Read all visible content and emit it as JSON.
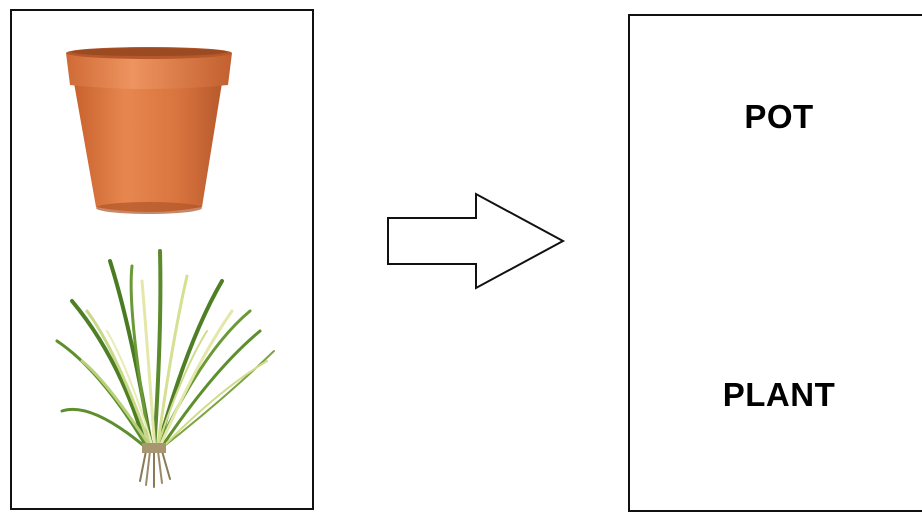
{
  "diagram": {
    "left_panel": {
      "items": [
        "pot-image",
        "plant-image"
      ]
    },
    "arrow": {
      "direction": "right"
    },
    "right_panel": {
      "labels": {
        "pot": "POT",
        "plant": "PLANT"
      }
    }
  },
  "colors": {
    "border": "#111111",
    "pot_main": "#d9743f",
    "pot_rim": "#e07b46",
    "pot_shadow": "#b85a2c",
    "leaf_green": "#5d8f2e",
    "leaf_light": "#b9cf7a",
    "leaf_pale": "#e3e8a8",
    "root_tan": "#8a7a5a"
  }
}
